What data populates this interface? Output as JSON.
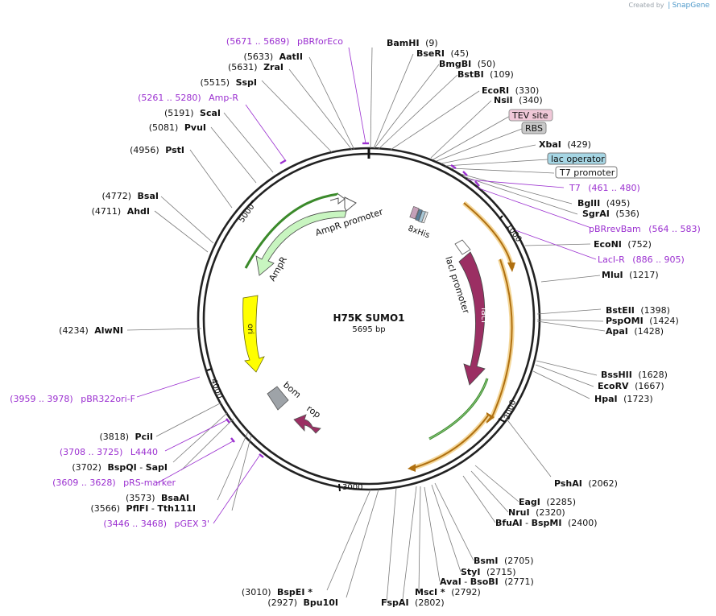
{
  "watermark": {
    "prefix": "Created by",
    "brand": "SnapGene"
  },
  "plasmid": {
    "name": "H75K SUMO1",
    "size": "5695 bp"
  },
  "ticks": [
    "1000",
    "2000",
    "3000",
    "4000",
    "5000"
  ],
  "features": {
    "ampr_promoter": "AmpR promoter",
    "ampr": "AmpR",
    "ori": "ori",
    "bom": "bom",
    "rop": "rop",
    "laci_promoter": "lacI promoter",
    "laci": "lacI",
    "his": "8xHis"
  },
  "colors": {
    "backbone": "#222222",
    "site_line": "#7a7a7a",
    "primer": "#9b30d0",
    "amp": "#c8f5c0",
    "ori": "#ffff00",
    "laci": "#9b2f63",
    "bom": "#9ea3a8",
    "orange": "#f0a030"
  },
  "sites": [
    {
      "name": "BamHI",
      "pos": "(9)"
    },
    {
      "name": "BseRI",
      "pos": "(45)"
    },
    {
      "name": "BmgBI",
      "pos": "(50)"
    },
    {
      "name": "BstBI",
      "pos": "(109)"
    },
    {
      "name": "EcoRI",
      "pos": "(330)"
    },
    {
      "name": "NsiI",
      "pos": "(340)"
    },
    {
      "name": "TEV site",
      "pos": ""
    },
    {
      "name": "RBS",
      "pos": ""
    },
    {
      "name": "XbaI",
      "pos": "(429)"
    },
    {
      "name": "lac operator",
      "pos": ""
    },
    {
      "name": "T7 promoter",
      "pos": ""
    },
    {
      "name": "T7",
      "pos": "(461 .. 480)"
    },
    {
      "name": "BglII",
      "pos": "(495)"
    },
    {
      "name": "SgrAI",
      "pos": "(536)"
    },
    {
      "name": "pBRrevBam",
      "pos": "(564 .. 583)"
    },
    {
      "name": "EcoNI",
      "pos": "(752)"
    },
    {
      "name": "LacI-R",
      "pos": "(886 .. 905)"
    },
    {
      "name": "MluI",
      "pos": "(1217)"
    },
    {
      "name": "BstEII",
      "pos": "(1398)"
    },
    {
      "name": "PspOMI",
      "pos": "(1424)"
    },
    {
      "name": "ApaI",
      "pos": "(1428)"
    },
    {
      "name": "BssHII",
      "pos": "(1628)"
    },
    {
      "name": "EcoRV",
      "pos": "(1667)"
    },
    {
      "name": "HpaI",
      "pos": "(1723)"
    },
    {
      "name": "PshAI",
      "pos": "(2062)"
    },
    {
      "name": "EagI",
      "pos": "(2285)"
    },
    {
      "name": "NruI",
      "pos": "(2320)"
    },
    {
      "name": "BfuAI",
      "name2": "BspMI",
      "pos": "(2400)"
    },
    {
      "name": "BsmI",
      "pos": "(2705)"
    },
    {
      "name": "StyI",
      "pos": "(2715)"
    },
    {
      "name": "AvaI",
      "name2": "BsoBI",
      "pos": "(2771)"
    },
    {
      "name": "MscI *",
      "pos": "(2792)"
    },
    {
      "name": "FspAI",
      "pos": "(2802)"
    },
    {
      "name": "Bpu10I",
      "pos": "(2927)"
    },
    {
      "name": "BspEI *",
      "pos": "(3010)"
    },
    {
      "name": "pGEX 3'",
      "pos": "(3446 .. 3468)"
    },
    {
      "name": "PflFI",
      "name2": "Tth111I",
      "pos": "(3566)"
    },
    {
      "name": "BsaAI",
      "pos": "(3573)"
    },
    {
      "name": "pRS-marker",
      "pos": "(3609 .. 3628)"
    },
    {
      "name": "BspQI",
      "name2": "SapI",
      "pos": "(3702)"
    },
    {
      "name": "L4440",
      "pos": "(3708 .. 3725)"
    },
    {
      "name": "PciI",
      "pos": "(3818)"
    },
    {
      "name": "pBR322ori-F",
      "pos": "(3959 .. 3978)"
    },
    {
      "name": "AlwNI",
      "pos": "(4234)"
    },
    {
      "name": "AhdI",
      "pos": "(4711)"
    },
    {
      "name": "BsaI",
      "pos": "(4772)"
    },
    {
      "name": "PstI",
      "pos": "(4956)"
    },
    {
      "name": "PvuI",
      "pos": "(5081)"
    },
    {
      "name": "ScaI",
      "pos": "(5191)"
    },
    {
      "name": "Amp-R",
      "pos": "(5261 .. 5280)"
    },
    {
      "name": "SspI",
      "pos": "(5515)"
    },
    {
      "name": "ZraI",
      "pos": "(5631)"
    },
    {
      "name": "AatII",
      "pos": "(5633)"
    },
    {
      "name": "pBRforEco",
      "pos": "(5671 .. 5689)"
    }
  ]
}
